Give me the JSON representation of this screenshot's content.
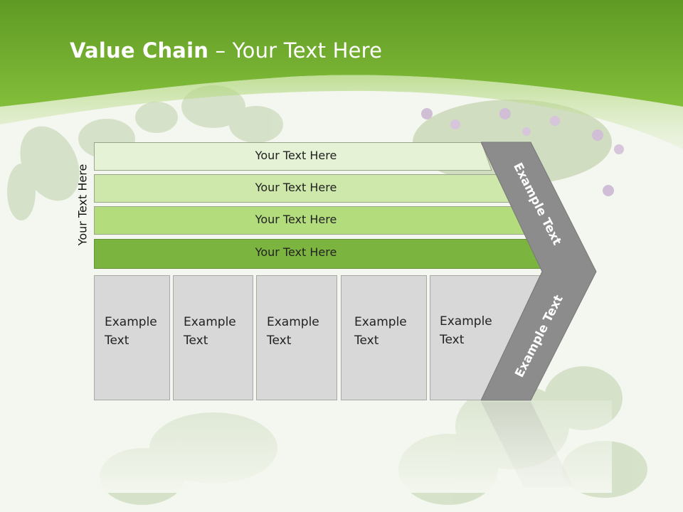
{
  "slide": {
    "title_bold": "Value Chain",
    "title_rest": " – Your Text Here",
    "side_label": "Your Text Here",
    "bars": [
      {
        "label": "Your Text Here",
        "color": "#e6f2d6"
      },
      {
        "label": "Your Text Here",
        "color": "#cde8aa"
      },
      {
        "label": "Your Text Here",
        "color": "#b3dc7d"
      },
      {
        "label": "Your Text Here",
        "color": "#7cb440"
      }
    ],
    "boxes": [
      {
        "line1": "Example",
        "line2": "Text"
      },
      {
        "line1": "Example",
        "line2": "Text"
      },
      {
        "line1": "Example",
        "line2": "Text"
      },
      {
        "line1": "Example",
        "line2": "Text"
      },
      {
        "line1": "Example",
        "line2": "Text"
      }
    ],
    "chevron_top_label": "Example Text",
    "chevron_bottom_label": "Example Text",
    "colors": {
      "header_green": "#6aa52b",
      "chevron_gray": "#8c8c8c",
      "box_gray": "#d8d8d8"
    }
  }
}
